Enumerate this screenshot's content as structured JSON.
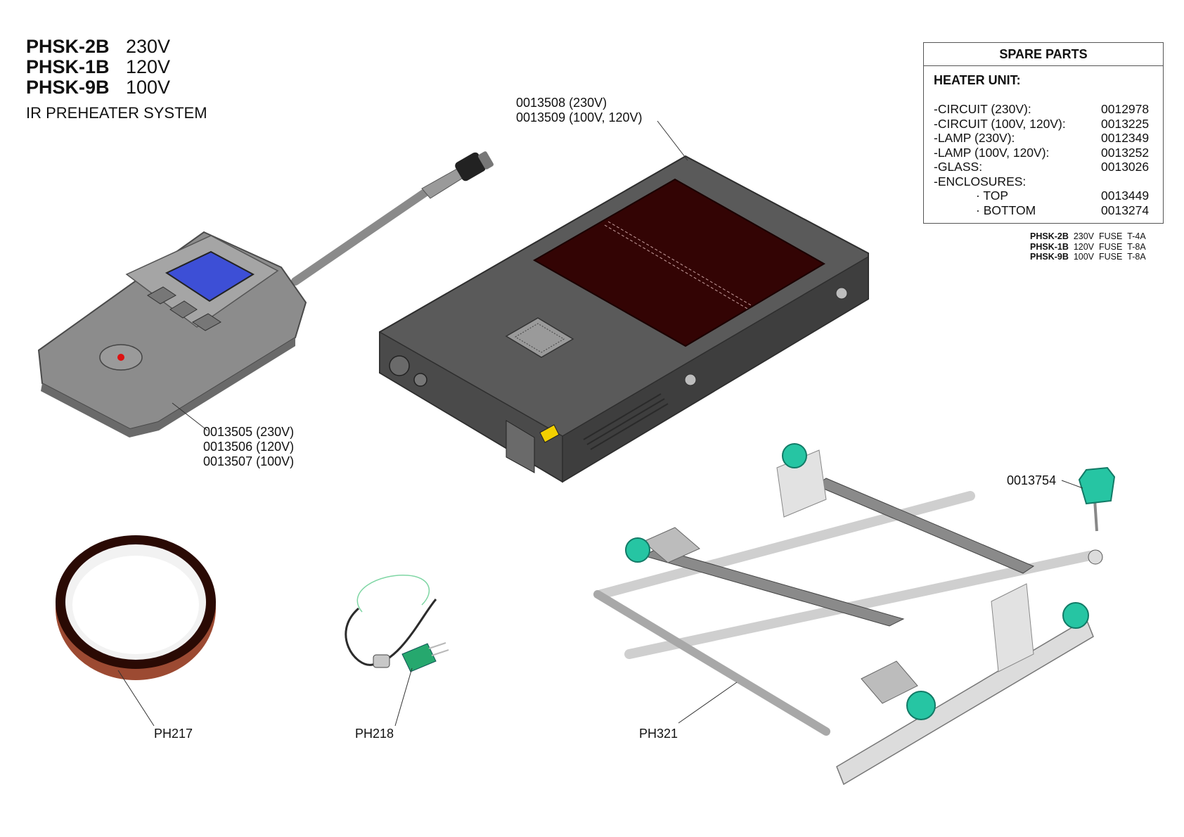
{
  "header": {
    "models": [
      {
        "model": "PHSK-2B",
        "voltage": "230V"
      },
      {
        "model": "PHSK-1B",
        "voltage": "120V"
      },
      {
        "model": "PHSK-9B",
        "voltage": "100V"
      }
    ],
    "system_name": "IR PREHEATER SYSTEM"
  },
  "spare_parts": {
    "title": "SPARE PARTS",
    "subtitle": "HEATER UNIT:",
    "items": [
      {
        "label": "-CIRCUIT (230V):",
        "part": "0012978"
      },
      {
        "label": "-CIRCUIT (100V, 120V):",
        "part": "0013225"
      },
      {
        "label": "-LAMP (230V):",
        "part": "0012349"
      },
      {
        "label": "-LAMP (100V, 120V):",
        "part": "0013252"
      },
      {
        "label": "-GLASS:",
        "part": "0013026"
      },
      {
        "label": "-ENCLOSURES:",
        "part": ""
      },
      {
        "label": "· TOP",
        "part": "0013449"
      },
      {
        "label": "· BOTTOM",
        "part": "0013274"
      }
    ]
  },
  "fuses": [
    {
      "model": "PHSK-2B",
      "voltage": "230V",
      "text": "FUSE",
      "rating": "T-4A"
    },
    {
      "model": "PHSK-1B",
      "voltage": "120V",
      "text": "FUSE",
      "rating": "T-8A"
    },
    {
      "model": "PHSK-9B",
      "voltage": "100V",
      "text": "FUSE",
      "rating": "T-8A"
    }
  ],
  "labels": {
    "heater": [
      "0013508 (230V)",
      "0013509 (100V, 120V)"
    ],
    "controller": [
      "0013505 (230V)",
      "0013506 (120V)",
      "0013507 (100V)"
    ],
    "knob": "0013754",
    "tape": "PH217",
    "thermocouple": "PH218",
    "holder": "PH321"
  },
  "colors": {
    "heater_body": "#5a5a5a",
    "heater_glass": "#330404",
    "controller_body": "#8c8c8c",
    "display": "#3d4fd6",
    "knob_green": "#26c5a3",
    "tape_amber": "#9c4a32",
    "frame_grey": "#cfcfcf"
  }
}
